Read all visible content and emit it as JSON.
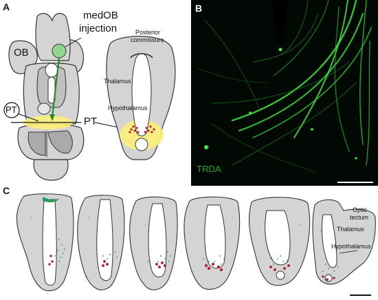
{
  "figure": {
    "panel_a": {
      "letter": "A",
      "label_ob": "OB",
      "label_medob": "medOB",
      "label_injection": "injection",
      "label_pt_circle": "PT",
      "label_pt": "PT",
      "label_posterior": "Posterior",
      "label_commissure": "commissure",
      "label_thalamus": "Thalamus",
      "label_hypothalamus": "Hypothalamus"
    },
    "panel_b": {
      "letter": "B",
      "label_trda": "TRDA"
    },
    "panel_c": {
      "letter": "C",
      "label_optic": "Optic",
      "label_tectum": "tectum",
      "label_thalamus": "Thalamus",
      "label_hypothalamus": "Hypothalamus"
    }
  },
  "colors": {
    "tissue_gray": "#d4d4d4",
    "outline": "#333333",
    "injection_green": "#8fd68f",
    "fiber_green": "#30e030",
    "highlight_yellow": "#fbf07a",
    "cell_red": "#b0283a",
    "dot_green": "#2a9a5a"
  }
}
